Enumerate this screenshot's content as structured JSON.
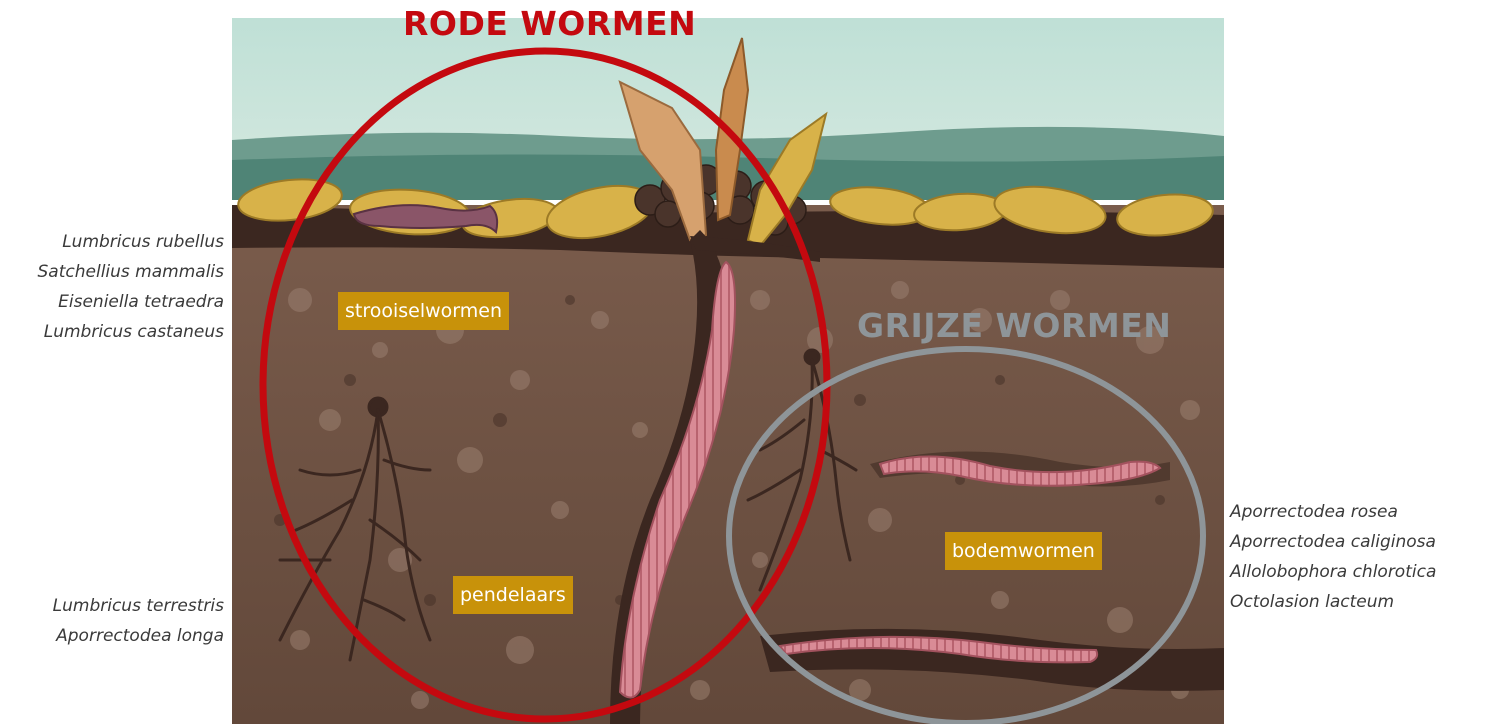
{
  "title_red": "RODE WORMEN",
  "title_grey": "GRIJZE WORMEN",
  "labels": {
    "litter": "strooiselwormen",
    "vertical": "pendelaars",
    "soil": "bodemwormen"
  },
  "species_litter": [
    "Lumbricus rubellus",
    "Satchellius mammalis",
    "Eiseniella tetraedra",
    "Lumbricus castaneus"
  ],
  "species_vertical": [
    "Lumbricus terrestris",
    "Aporrectodea longa"
  ],
  "species_soil": [
    "Aporrectodea rosea",
    "Aporrectodea caliginosa",
    "Allolobophora chlorotica",
    "Octolasion lacteum"
  ],
  "colors": {
    "red_group": "#c4090f",
    "grey_group": "#8e9599",
    "label_bg": "#c8920a",
    "soil": "#6e5344",
    "sky": "#c9e4da",
    "worm": "#d98b96"
  }
}
